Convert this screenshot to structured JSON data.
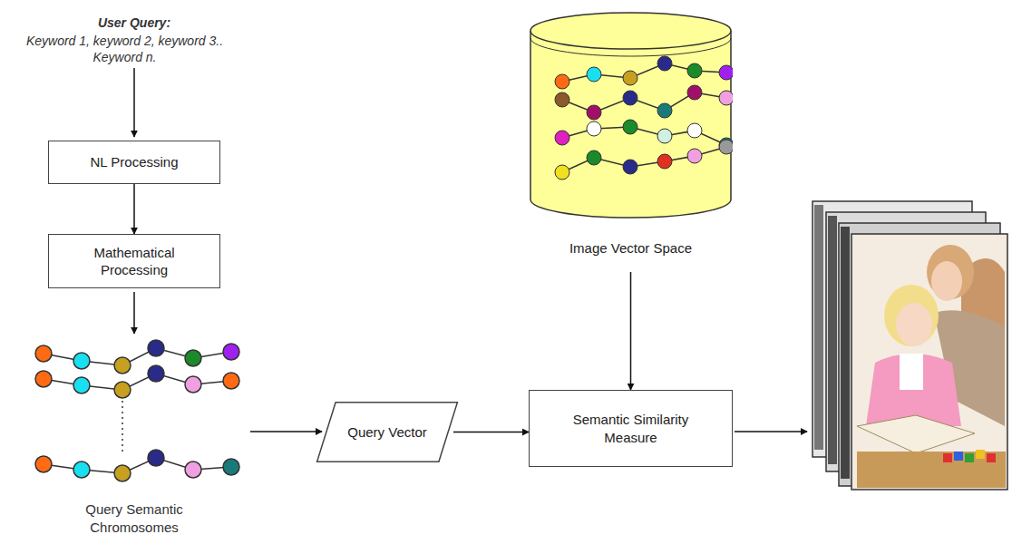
{
  "diagram": {
    "nodes": [
      {
        "text": [
          "NL Processing"
        ]
      },
      {
        "text": [
          "Mathematical Processing"
        ]
      },
      {
        "text": [
          "Query Vector"
        ]
      },
      {
        "text": [
          "Image Vector Space"
        ]
      },
      {
        "text": [
          "Semantic Similarity Measure"
        ]
      }
    ],
    "edges": [
      {
        "from": 0,
        "to": 1,
        "arrow": "to"
      },
      {
        "from": 2,
        "to": 4,
        "arrow": "to"
      },
      {
        "from": 3,
        "to": 4,
        "arrow": "to"
      }
    ],
    "labels": [
      "User Query:",
      "Keyword 1, keyword 2, keyword 3.. Keyword n.",
      "Query Semantic Chromosomes"
    ]
  }
}
